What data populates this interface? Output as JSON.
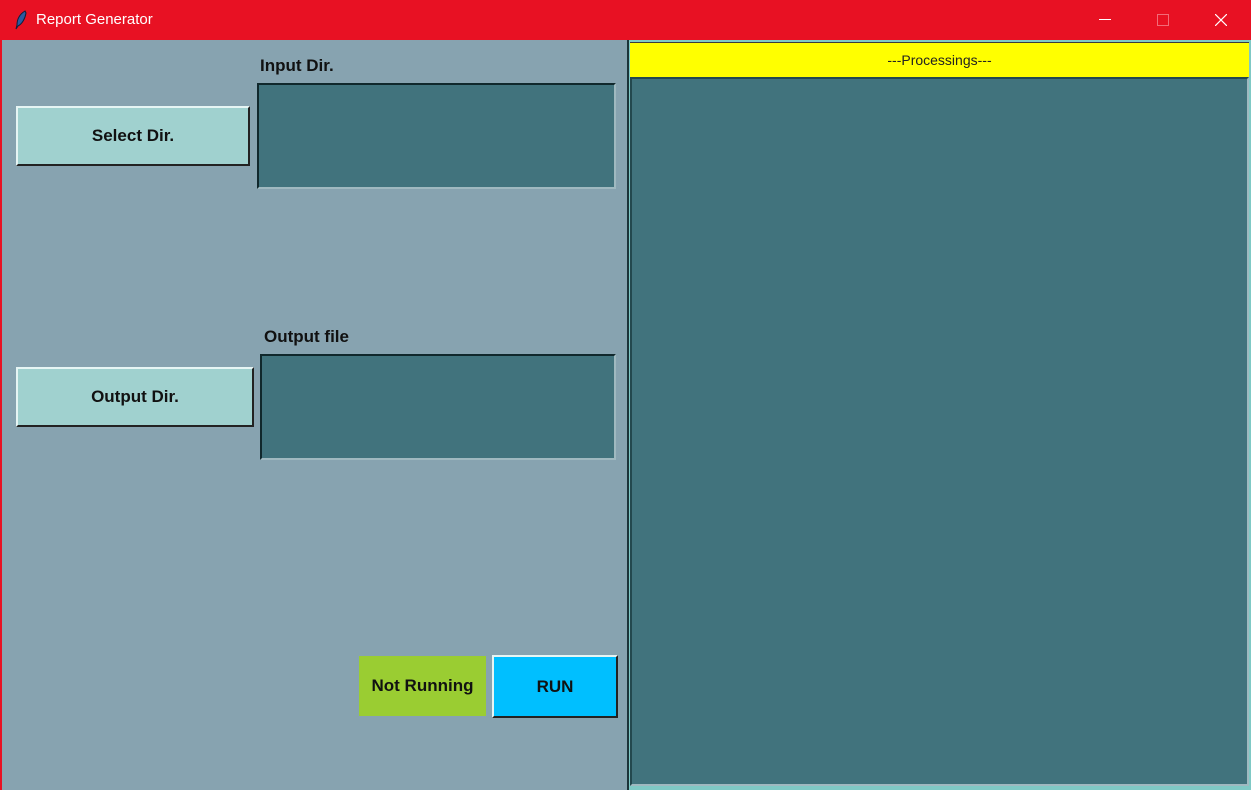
{
  "window": {
    "title": "Report Generator",
    "controls": {
      "minimize": "minimize",
      "maximize": "maximize",
      "close": "close"
    }
  },
  "left_panel": {
    "input": {
      "button_label": "Select Dir.",
      "field_label": "Input Dir.",
      "value": ""
    },
    "output": {
      "button_label": "Output Dir.",
      "field_label": "Output file",
      "value": ""
    },
    "status_label": "Not Running",
    "run_label": "RUN"
  },
  "right_panel": {
    "header": "---Processings---",
    "log": ""
  },
  "colors": {
    "titlebar": "#e81123",
    "background": "#87a3b0",
    "button": "#a0d1cf",
    "textbox": "#41737d",
    "status": "#9acd32",
    "run": "#00bfff",
    "header": "#ffff00"
  }
}
